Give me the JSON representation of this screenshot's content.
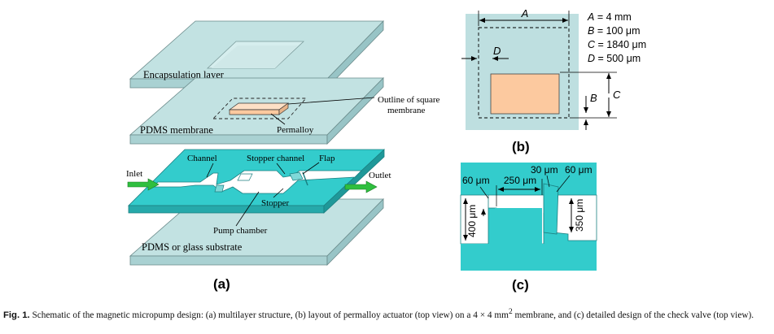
{
  "figure": {
    "panel_a": {
      "label": "(a)",
      "layers": {
        "encapsulation": "Encapsulation layer",
        "membrane": "PDMS membrane",
        "substrate": "PDMS or glass substrate"
      },
      "labels": {
        "outline": [
          "Outline of square",
          "membrane"
        ],
        "permalloy": "Permalloy",
        "channel": "Channel",
        "stopper_channel": "Stopper channel",
        "flap": "Flap",
        "inlet": "Inlet",
        "outlet": "Outlet",
        "stopper": "Stopper",
        "pump_chamber": "Pump chamber"
      }
    },
    "panel_b": {
      "label": "(b)",
      "dim_labels": {
        "A": "A",
        "B": "B",
        "C": "C",
        "D": "D"
      },
      "legend": [
        {
          "sym": "A",
          "val": " = 4 mm"
        },
        {
          "sym": "B",
          "val": " = 100 μm"
        },
        {
          "sym": "C",
          "val": " = 1840 μm"
        },
        {
          "sym": "D",
          "val": " = 500 μm"
        }
      ]
    },
    "panel_c": {
      "label": "(c)",
      "dims": {
        "d60_left": "60 μm",
        "d250": "250 μm",
        "d30": "30 μm",
        "d60_right": "60 μm",
        "d400": "400 μm",
        "d350": "350 μm"
      }
    },
    "colors": {
      "glass": "#c2e2e2",
      "cyan": "#33cccc",
      "peach": "#fcc99f",
      "light": "#bedfe0"
    }
  },
  "caption": {
    "label": "Fig. 1.",
    "text_1": "  Schematic of the magnetic micropump design: (a) multilayer structure, (b) layout of permalloy actuator (top view) on a 4 × 4 mm",
    "sup": "2",
    "text_2": " membrane, and (c) detailed design of the check valve (top view)."
  }
}
